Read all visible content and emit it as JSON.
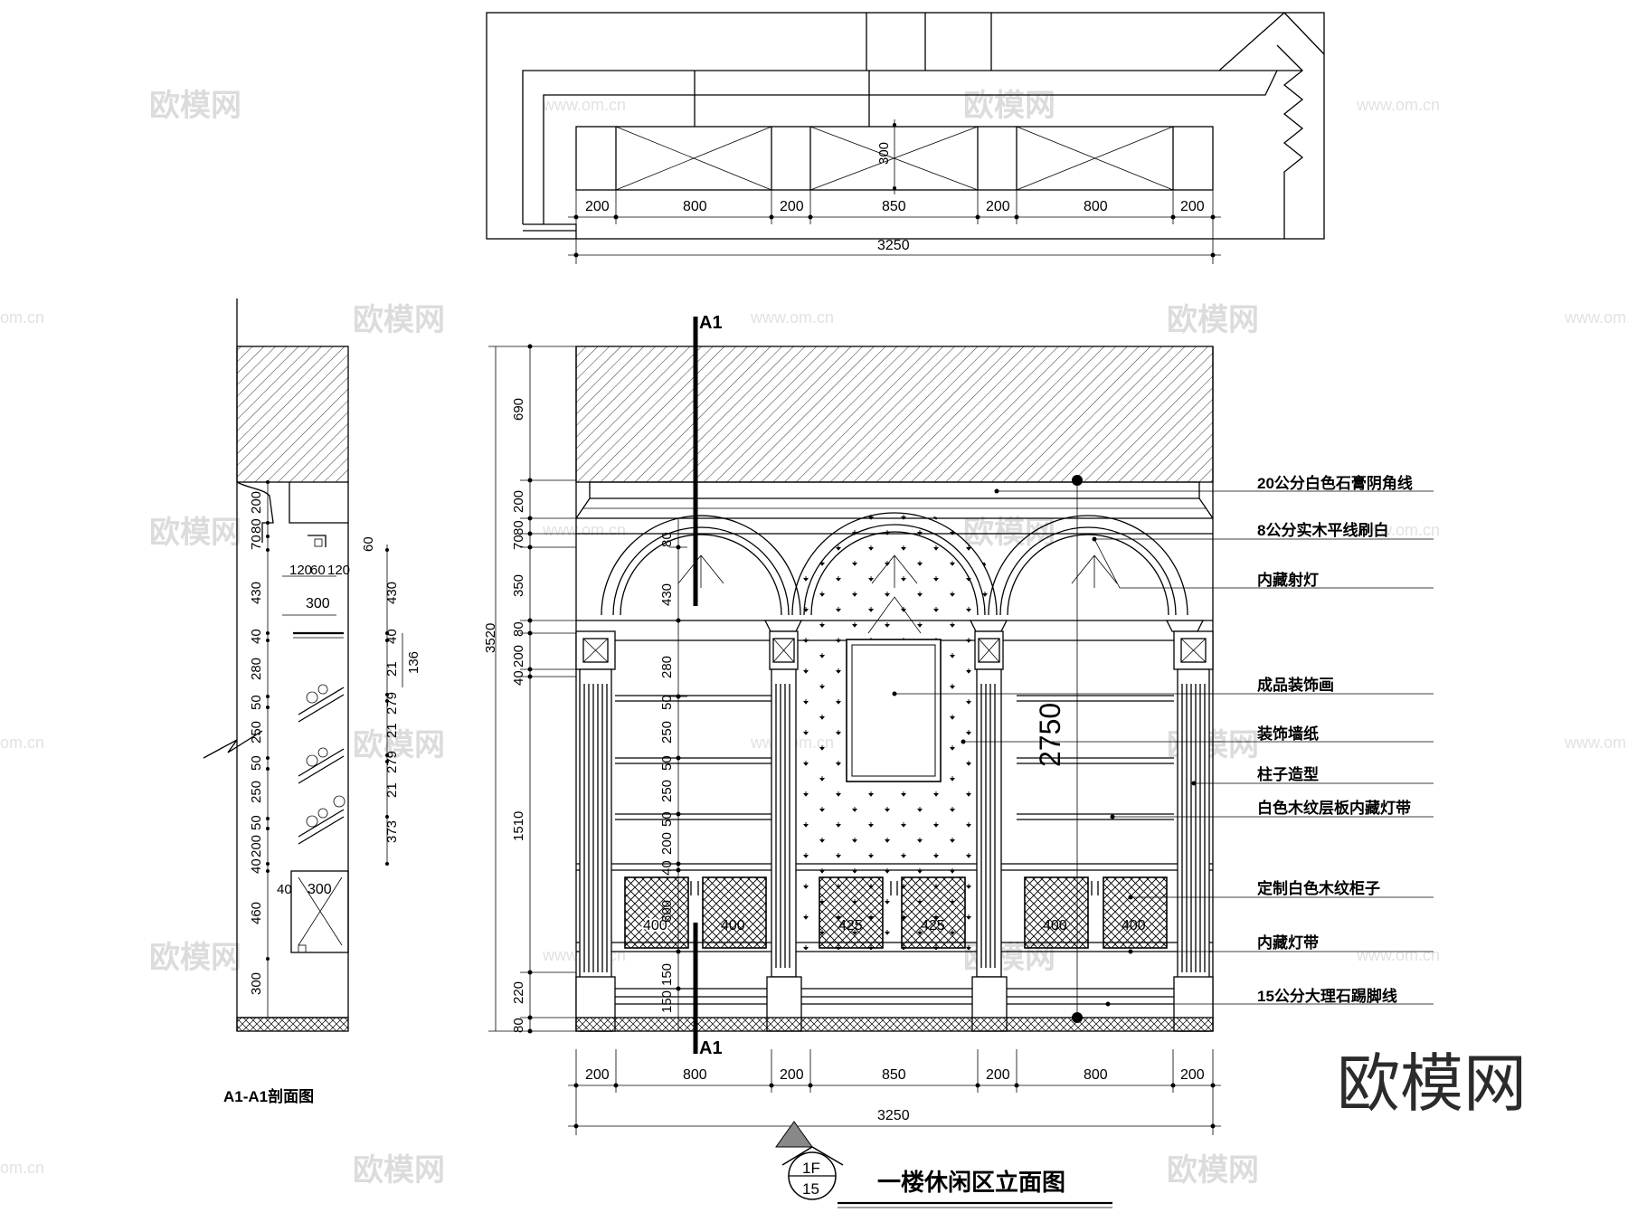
{
  "plan_dims": {
    "segments": [
      "200",
      "800",
      "200",
      "850",
      "200",
      "800",
      "200"
    ],
    "total": "3250",
    "depth": "300"
  },
  "elevation": {
    "section_marker": "A1",
    "bottom_dims": [
      "200",
      "800",
      "200",
      "850",
      "200",
      "800",
      "200"
    ],
    "bottom_total": "3250",
    "left_outer": [
      "690",
      "1510",
      "220",
      "80"
    ],
    "total_height": "3520",
    "left_inner": [
      "200",
      "80",
      "70",
      "350",
      "80",
      "200",
      "40",
      "250",
      "250",
      "200",
      "40",
      "150",
      "150"
    ],
    "inner_430": "430",
    "inner_280": "280",
    "inner_50": [
      "50",
      "50",
      "50"
    ],
    "inner_80": "80",
    "inner_40": "40",
    "inner_600": "600",
    "height_2750": "2750",
    "cabinet_widths": [
      "400",
      "400",
      "425",
      "425",
      "400",
      "400"
    ]
  },
  "callouts": [
    "20公分白色石膏阴角线",
    "8公分实木平线刷白",
    "内藏射灯",
    "成品装饰画",
    "装饰墙纸",
    "柱子造型",
    "白色木纹层板内藏灯带",
    "定制白色木纹柜子",
    "内藏灯带",
    "15公分大理石踢脚线"
  ],
  "section": {
    "title": "A1-A1剖面图",
    "left_dims": [
      "200",
      "80",
      "70",
      "430",
      "40",
      "280",
      "50",
      "250",
      "50",
      "250",
      "50",
      "200",
      "40",
      "460",
      "300"
    ],
    "top_dims": [
      "120",
      "60",
      "120"
    ],
    "width_300": "300",
    "dim_60": "60",
    "right_dims": [
      "430",
      "40",
      "21",
      "279",
      "21",
      "279",
      "21",
      "373"
    ],
    "dim_136": "136",
    "dim_40": "40",
    "dim_300b": "300"
  },
  "view_title": "一楼休闲区立面图",
  "view_symbol": {
    "top": "1F",
    "bottom": "15"
  },
  "watermarks": {
    "brand": "欧模网",
    "url": "www.om.cn",
    "url_short": "om.cn"
  }
}
